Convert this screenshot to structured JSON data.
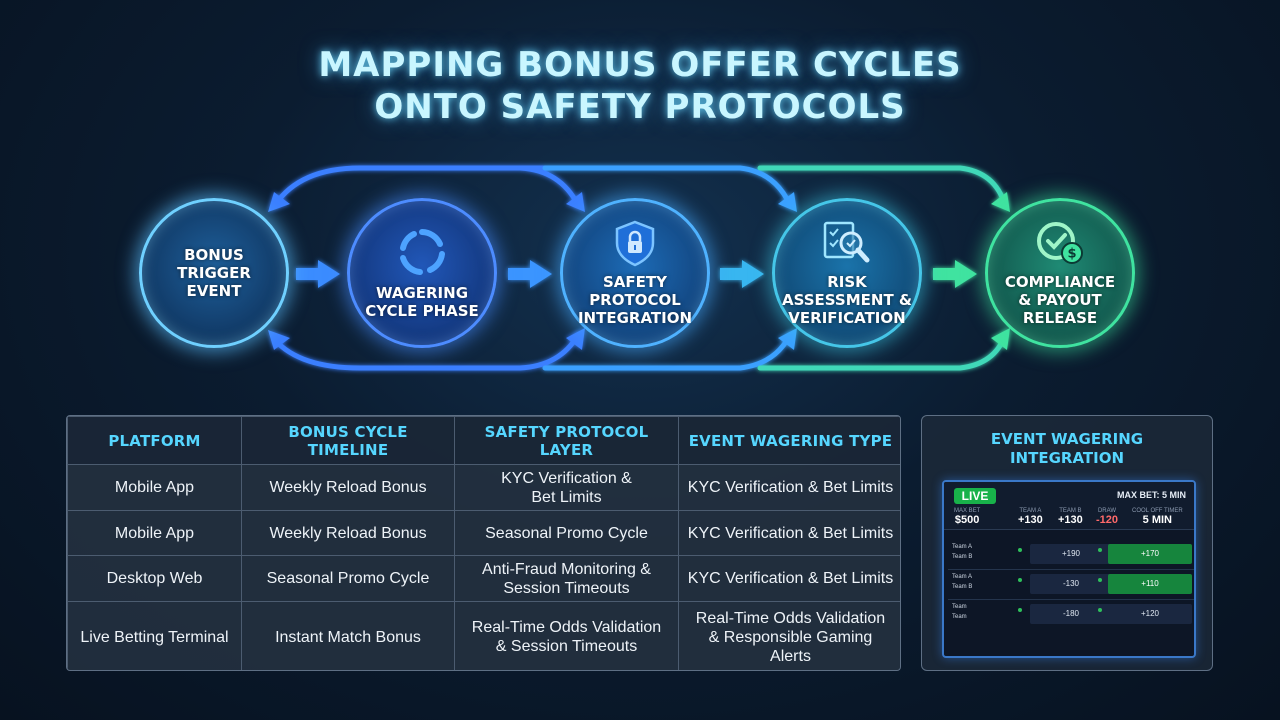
{
  "title": {
    "line1": "MAPPING BONUS OFFER CYCLES",
    "line2": "ONTO SAFETY PROTOCOLS"
  },
  "flow": {
    "nodes": [
      {
        "lines": [
          "BONUS",
          "TRIGGER",
          "EVENT"
        ],
        "icon": "none",
        "color": "#6fd0ff"
      },
      {
        "lines": [
          "WAGERING",
          "CYCLE PHASE"
        ],
        "icon": "cycle-ring-icon",
        "color": "#4d8cff"
      },
      {
        "lines": [
          "SAFETY",
          "PROTOCOL",
          "INTEGRATION"
        ],
        "icon": "shield-lock-icon",
        "color": "#4fb2ff"
      },
      {
        "lines": [
          "RISK",
          "ASSESSMENT &",
          "VERIFICATION"
        ],
        "icon": "magnifier-checklist-icon",
        "color": "#45c6e8"
      },
      {
        "lines": [
          "COMPLIANCE",
          "& PAYOUT",
          "RELEASE"
        ],
        "icon": "check-dollar-icon",
        "color": "#3fe3a0"
      }
    ]
  },
  "table": {
    "headers": [
      "PLATFORM",
      "BONUS CYCLE TIMELINE",
      "SAFETY PROTOCOL LAYER",
      "EVENT WAGERING TYPE"
    ],
    "rows": [
      [
        "Mobile App",
        "Weekly Reload Bonus",
        [
          "KYC Verification &",
          "Bet Limits"
        ],
        "KYC Verification & Bet Limits"
      ],
      [
        "Mobile App",
        "Weekly Reload Bonus",
        "Seasonal Promo Cycle",
        "KYC Verification & Bet Limits"
      ],
      [
        "Desktop Web",
        "Seasonal Promo Cycle",
        [
          "Anti-Fraud Monitoring &",
          "Session Timeouts"
        ],
        "KYC Verification & Bet Limits"
      ],
      [
        "Live Betting Terminal",
        "Instant Match Bonus",
        [
          "Real-Time Odds Validation",
          "& Session Timeouts"
        ],
        [
          "Real-Time Odds Validation",
          "& Responsible Gaming",
          "Alerts"
        ]
      ]
    ]
  },
  "panel": {
    "title_line1": "EVENT WAGERING",
    "title_line2": "INTEGRATION",
    "screen": {
      "live": "LIVE",
      "max_bet": "MAX BET: 5 MIN",
      "stats": [
        {
          "label": "MAX BET",
          "value": "$500"
        },
        {
          "label": "TEAM A",
          "value": "+130"
        },
        {
          "label": "TEAM B",
          "value": "+130"
        },
        {
          "label": "DRAW",
          "value": "-120"
        },
        {
          "label": "COOL OFF TIMER",
          "value": "5 MIN"
        }
      ],
      "rows": [
        {
          "team_a": "Team A",
          "team_b": "Team B",
          "odds_mid": "+190",
          "odds_right": "+170",
          "right_green": true
        },
        {
          "team_a": "Team A",
          "team_b": "Team B",
          "odds_mid": "-130",
          "odds_right": "+110",
          "right_green": true
        },
        {
          "team_a": "Team",
          "team_b": "Team",
          "odds_mid": "-180",
          "odds_right": "+120",
          "right_green": false
        }
      ]
    }
  }
}
